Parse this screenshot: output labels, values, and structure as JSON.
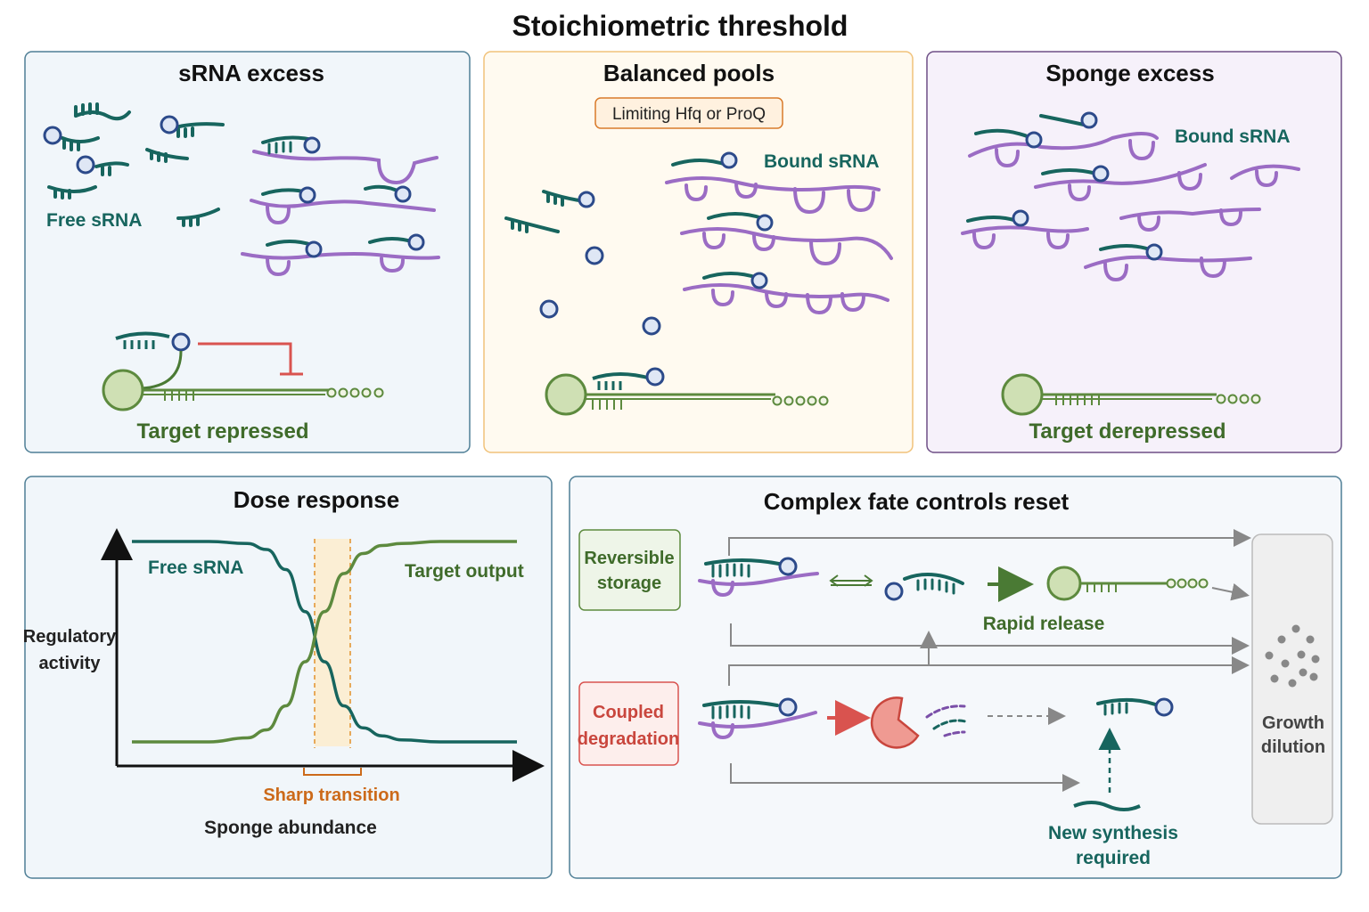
{
  "title": "Stoichiometric threshold",
  "panel_srna_excess": {
    "title": "sRNA excess",
    "free_label": "Free sRNA",
    "target_label": "Target repressed"
  },
  "panel_balanced": {
    "title": "Balanced pools",
    "badge": "Limiting Hfq or ProQ",
    "bound_label": "Bound sRNA"
  },
  "panel_sponge_excess": {
    "title": "Sponge excess",
    "bound_label": "Bound sRNA",
    "target_label": "Target derepressed"
  },
  "panel_dose": {
    "title": "Dose response",
    "ylabel_line1": "Regulatory",
    "ylabel_line2": "activity",
    "xlabel": "Sponge abundance",
    "series_free": "Free sRNA",
    "series_target": "Target output",
    "transition_label": "Sharp transition"
  },
  "panel_fate": {
    "title": "Complex fate controls reset",
    "reversible_line1": "Reversible",
    "reversible_line2": "storage",
    "coupled_line1": "Coupled",
    "coupled_line2": "degradation",
    "rapid_release": "Rapid release",
    "growth_line1": "Growth",
    "growth_line2": "dilution",
    "new_synth_line1": "New synthesis",
    "new_synth_line2": "required"
  },
  "colors": {
    "teal": "#17655e",
    "purple": "#9b6cc4",
    "green": "#5d8a3e",
    "red": "#d9534f",
    "orange": "#e2902a",
    "hfq_blue": "#2c4a8a"
  },
  "chart_data": {
    "type": "line",
    "xlabel": "Sponge abundance",
    "ylabel": "Regulatory activity",
    "x": [
      0,
      0.1,
      0.2,
      0.3,
      0.35,
      0.4,
      0.45,
      0.5,
      0.55,
      0.6,
      0.65,
      0.7,
      0.8,
      0.9,
      1.0
    ],
    "series": [
      {
        "name": "Free sRNA",
        "values": [
          1.0,
          1.0,
          1.0,
          0.99,
          0.96,
          0.86,
          0.65,
          0.4,
          0.18,
          0.07,
          0.03,
          0.01,
          0.0,
          0.0,
          0.0
        ]
      },
      {
        "name": "Target output",
        "values": [
          0.0,
          0.0,
          0.0,
          0.02,
          0.06,
          0.18,
          0.4,
          0.65,
          0.84,
          0.94,
          0.98,
          0.99,
          1.0,
          1.0,
          1.0
        ]
      }
    ],
    "grid": false,
    "annotations": [
      "Sharp transition"
    ]
  }
}
